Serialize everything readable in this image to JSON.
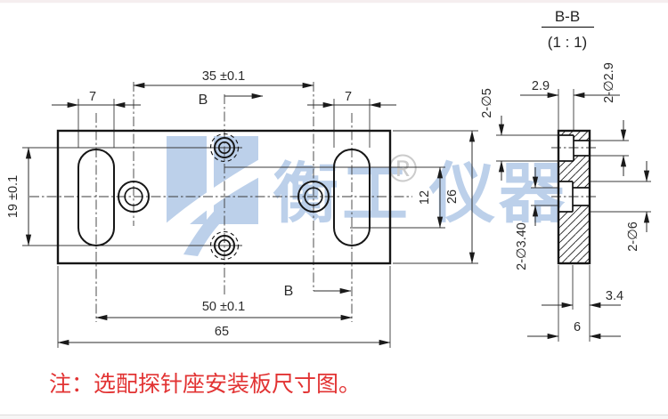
{
  "watermark": {
    "logo": "hengong-H-swoosh-logo",
    "text_left": "衡工",
    "registered": "®",
    "text_right": "仪器",
    "color_blue": "#b9cee9",
    "color_gray": "#c9c9c9"
  },
  "note": {
    "text": "注：选配探针座安装板尺寸图。",
    "color": "#e23333"
  },
  "section_title": {
    "label": "B-B",
    "scale": "(1 : 1)"
  },
  "main_view": {
    "dim_35": "35 ±0.1",
    "dim_7_left": "7",
    "dim_7_right": "7",
    "section_mark_top": "B",
    "section_mark_bottom": "B",
    "dim_19": "19 ±0.1",
    "dim_12": "12",
    "dim_26": "26",
    "dim_50": "50 ±0.1",
    "dim_65": "65"
  },
  "section_view": {
    "dim_cbore_depth_top": "2.9",
    "dim_cbore_dia_top": "2-∅5",
    "dim_hole_dia_top": "2-∅2.9",
    "dim_hole_dia_bottom": "2-∅3.40",
    "dim_cbore_dia_bottom": "2-∅6",
    "dim_remaining_depth": "3.4",
    "dim_thickness": "6"
  },
  "colors": {
    "line": "#161616",
    "dim_text": "#2b2b2b",
    "note_red": "#e23333",
    "watermark_blue": "#b9cee9"
  }
}
